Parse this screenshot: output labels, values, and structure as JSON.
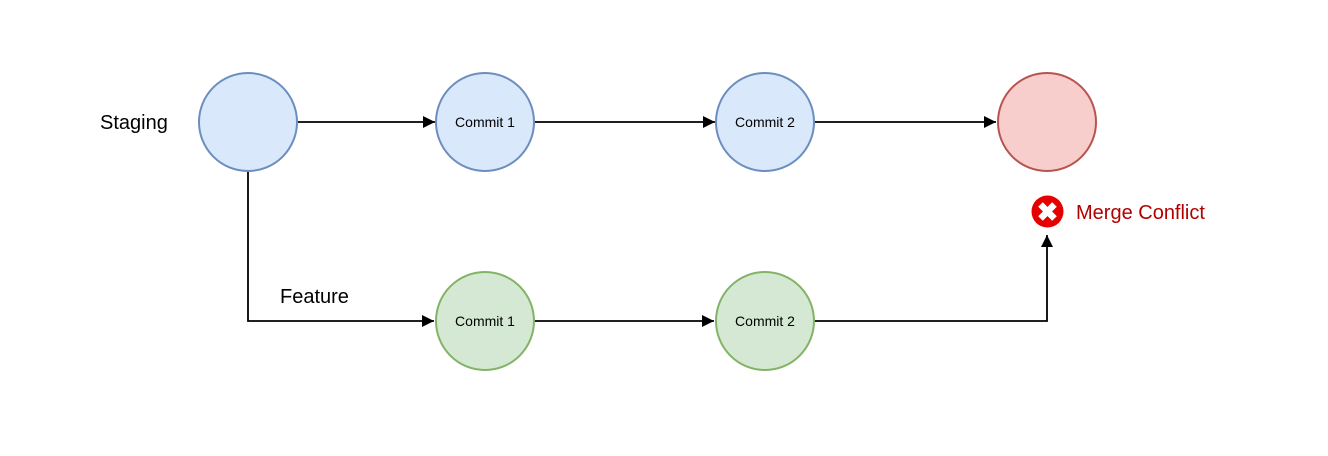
{
  "diagram": {
    "type": "git-branch-flowchart",
    "branches": {
      "staging": {
        "label": "Staging",
        "nodes": [
          {
            "id": "staging-start",
            "label": ""
          },
          {
            "id": "staging-commit-1",
            "label": "Commit 1"
          },
          {
            "id": "staging-commit-2",
            "label": "Commit 2"
          },
          {
            "id": "merge-target",
            "label": ""
          }
        ]
      },
      "feature": {
        "label": "Feature",
        "nodes": [
          {
            "id": "feature-commit-1",
            "label": "Commit 1"
          },
          {
            "id": "feature-commit-2",
            "label": "Commit 2"
          }
        ]
      }
    },
    "annotation": {
      "icon": "error-x-icon",
      "label": "Merge Conflict"
    },
    "colors": {
      "node_blue_fill": "#dae8fc",
      "node_blue_stroke": "#6c8ebf",
      "node_green_fill": "#d5e8d4",
      "node_green_stroke": "#82b366",
      "node_red_fill": "#f8cecc",
      "node_red_stroke": "#b85450",
      "error_icon_red": "#e60000",
      "conflict_text_red": "#b20000",
      "edge_color": "#000000",
      "label_color": "#000000",
      "background": "#ffffff"
    }
  }
}
